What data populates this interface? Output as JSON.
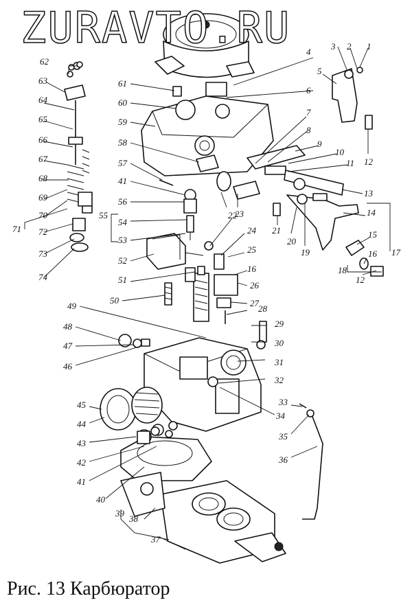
{
  "watermark": "ZURAVTO.RU",
  "caption": "Рис. 13 Карбюратор",
  "callouts": [
    "1",
    "2",
    "3",
    "4",
    "5",
    "6",
    "7",
    "8",
    "9",
    "10",
    "11",
    "12",
    "13",
    "14",
    "15",
    "16",
    "18",
    "12",
    "17",
    "19",
    "20",
    "21",
    "22",
    "23",
    "24",
    "25",
    "16",
    "26",
    "27",
    "28",
    "29",
    "30",
    "31",
    "32",
    "33",
    "34",
    "35",
    "36",
    "37",
    "38",
    "39",
    "40",
    "41",
    "42",
    "43",
    "44",
    "45",
    "46",
    "47",
    "48",
    "49",
    "50",
    "51",
    "52",
    "53",
    "54",
    "55",
    "56",
    "41",
    "57",
    "58",
    "59",
    "60",
    "61",
    "62",
    "63",
    "64",
    "65",
    "66",
    "67",
    "68",
    "69",
    "70",
    "71",
    "72",
    "73",
    "74"
  ]
}
